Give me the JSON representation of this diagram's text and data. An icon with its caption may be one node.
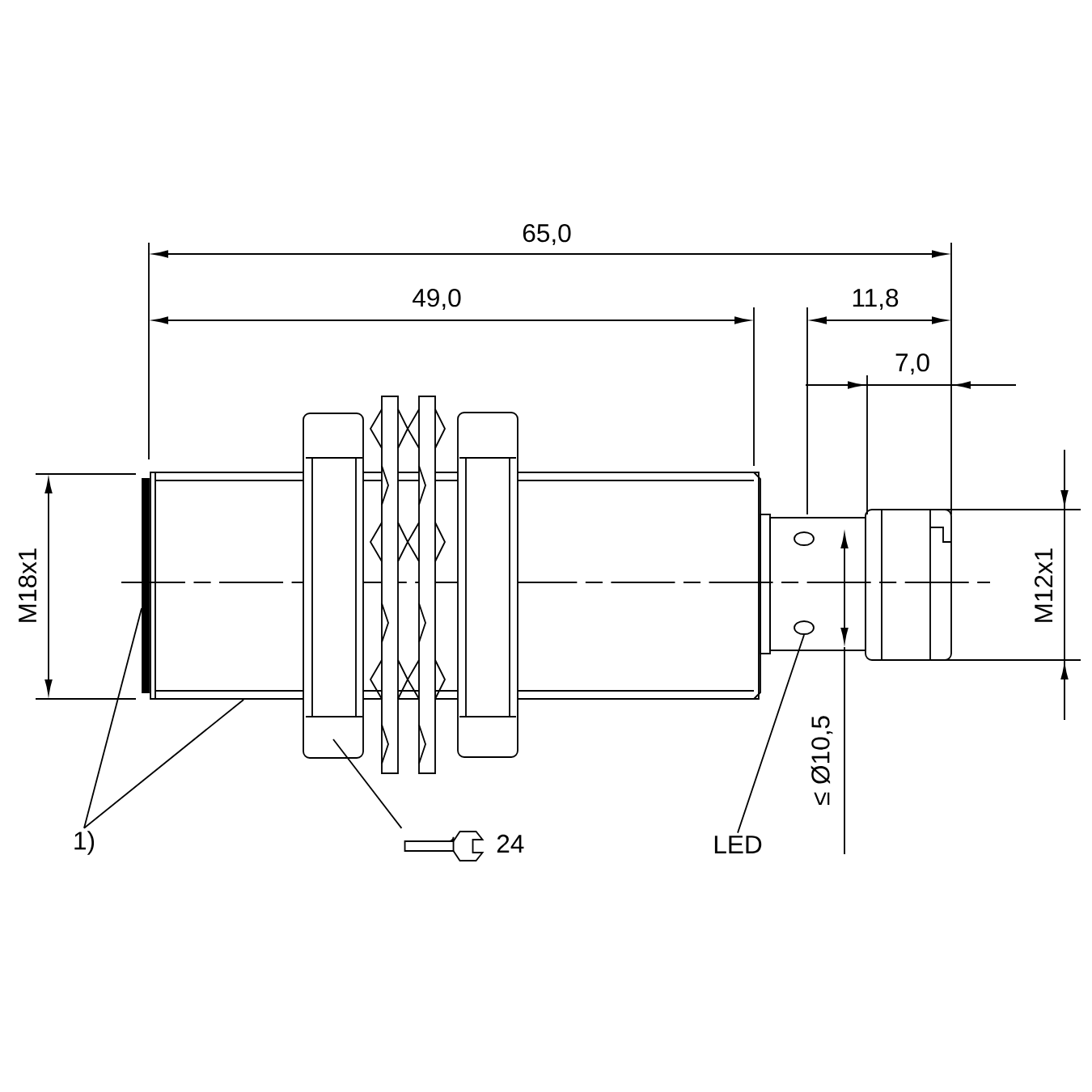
{
  "diagram": {
    "nodes": [
      {
        "text": [
          "1)"
        ]
      },
      {
        "text": [],
        "shape": "bar"
      },
      {
        "text": [],
        "shape": "box"
      },
      {
        "text": [
          "24"
        ]
      },
      {
        "text": [],
        "shape": "box"
      },
      {
        "text": [
          "LED"
        ]
      },
      {
        "text": [],
        "shape": "circle"
      }
    ],
    "edges": [
      {
        "from": 0,
        "to": 1,
        "arrow": "none"
      },
      {
        "from": 0,
        "to": 2,
        "arrow": "none"
      },
      {
        "from": 3,
        "to": 4,
        "arrow": "none"
      },
      {
        "from": 5,
        "to": 6,
        "arrow": "none"
      }
    ],
    "labels": [
      "65,0",
      "49,0",
      "11,8",
      "7,0",
      "M18x1",
      "M12x1",
      "≤ Ø10,5"
    ]
  }
}
